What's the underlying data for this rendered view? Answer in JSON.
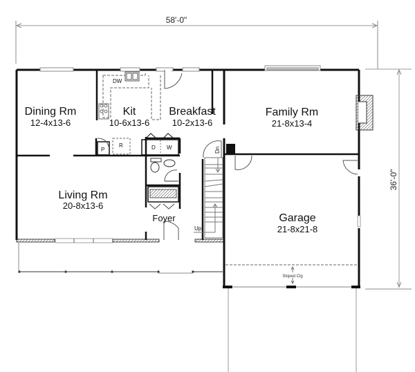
{
  "plan": {
    "overall_width": "58'-0\"",
    "overall_depth": "36'-0\""
  },
  "rooms": [
    {
      "name": "Dining Rm",
      "dims": "12-4x13-6"
    },
    {
      "name": "Kit",
      "dims": "10-6x13-6"
    },
    {
      "name": "Breakfast",
      "dims": "10-2x13-6"
    },
    {
      "name": "Family Rm",
      "dims": "21-8x13-4"
    },
    {
      "name": "Living Rm",
      "dims": "20-8x13-6"
    },
    {
      "name": "Foyer",
      "dims": ""
    },
    {
      "name": "Garage",
      "dims": "21-8x21-8"
    }
  ],
  "labels": {
    "dishwasher": "DW",
    "pantry": "P",
    "refrigerator": "R",
    "dryer": "D",
    "washer": "W",
    "stair_down": "Dn",
    "stair_up": "Up",
    "sloped_ceiling": "Sloped Clg"
  },
  "colors": {
    "wall": "#111111",
    "line": "#888888",
    "hatch": "#555555"
  }
}
